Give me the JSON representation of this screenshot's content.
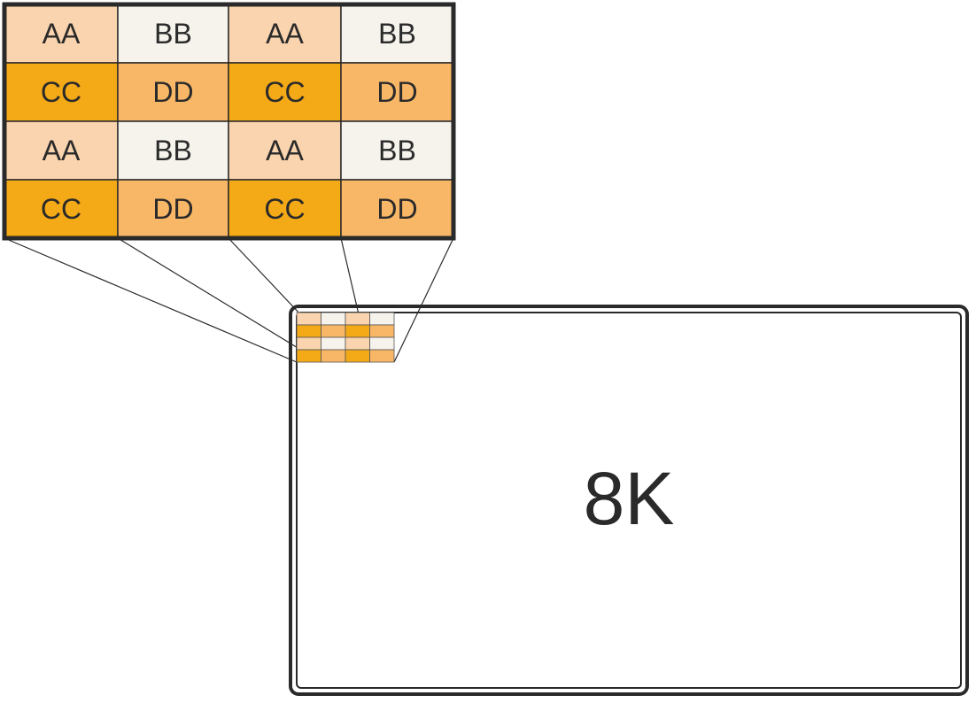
{
  "zoom_grid": {
    "rows": [
      [
        "AA",
        "BB",
        "AA",
        "BB"
      ],
      [
        "CC",
        "DD",
        "CC",
        "DD"
      ],
      [
        "AA",
        "BB",
        "AA",
        "BB"
      ],
      [
        "CC",
        "DD",
        "CC",
        "DD"
      ]
    ]
  },
  "colors": {
    "AA": "#f9d4ae",
    "BB": "#f6f3ec",
    "CC": "#f4a917",
    "DD": "#f8b766",
    "outline": "#2a2a2a"
  },
  "screen": {
    "label": "8K"
  }
}
